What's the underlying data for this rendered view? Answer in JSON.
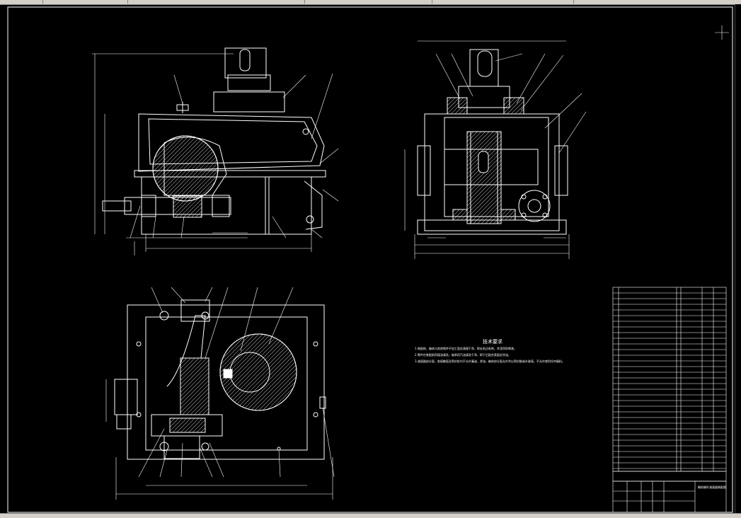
{
  "window": {
    "title": "",
    "accent": "#d4d0c8",
    "background": "#000000",
    "line_color": "#ffffff"
  },
  "drawing": {
    "technical_requirements": {
      "title": "技术要求",
      "lines": [
        "1.装配前，箱体与其他铸件不加工面应清理干净，除去毛边毛刺，并浸涂防锈漆。",
        "2.零件在装配前用煤油清洗，轴承用汽油清洗干净，晾干后配合表面应涂油。",
        "3.减速器剖分面、各接触面及密封处均不允许漏油，渗油，箱体剖分面允许涂以密封胶或水玻璃，不允许使用任何填料。"
      ]
    },
    "title_block": {
      "drawing_name": "蜗轮蜗杆减速器装配图"
    }
  },
  "icons": {
    "crosshair": "crosshair-icon"
  }
}
